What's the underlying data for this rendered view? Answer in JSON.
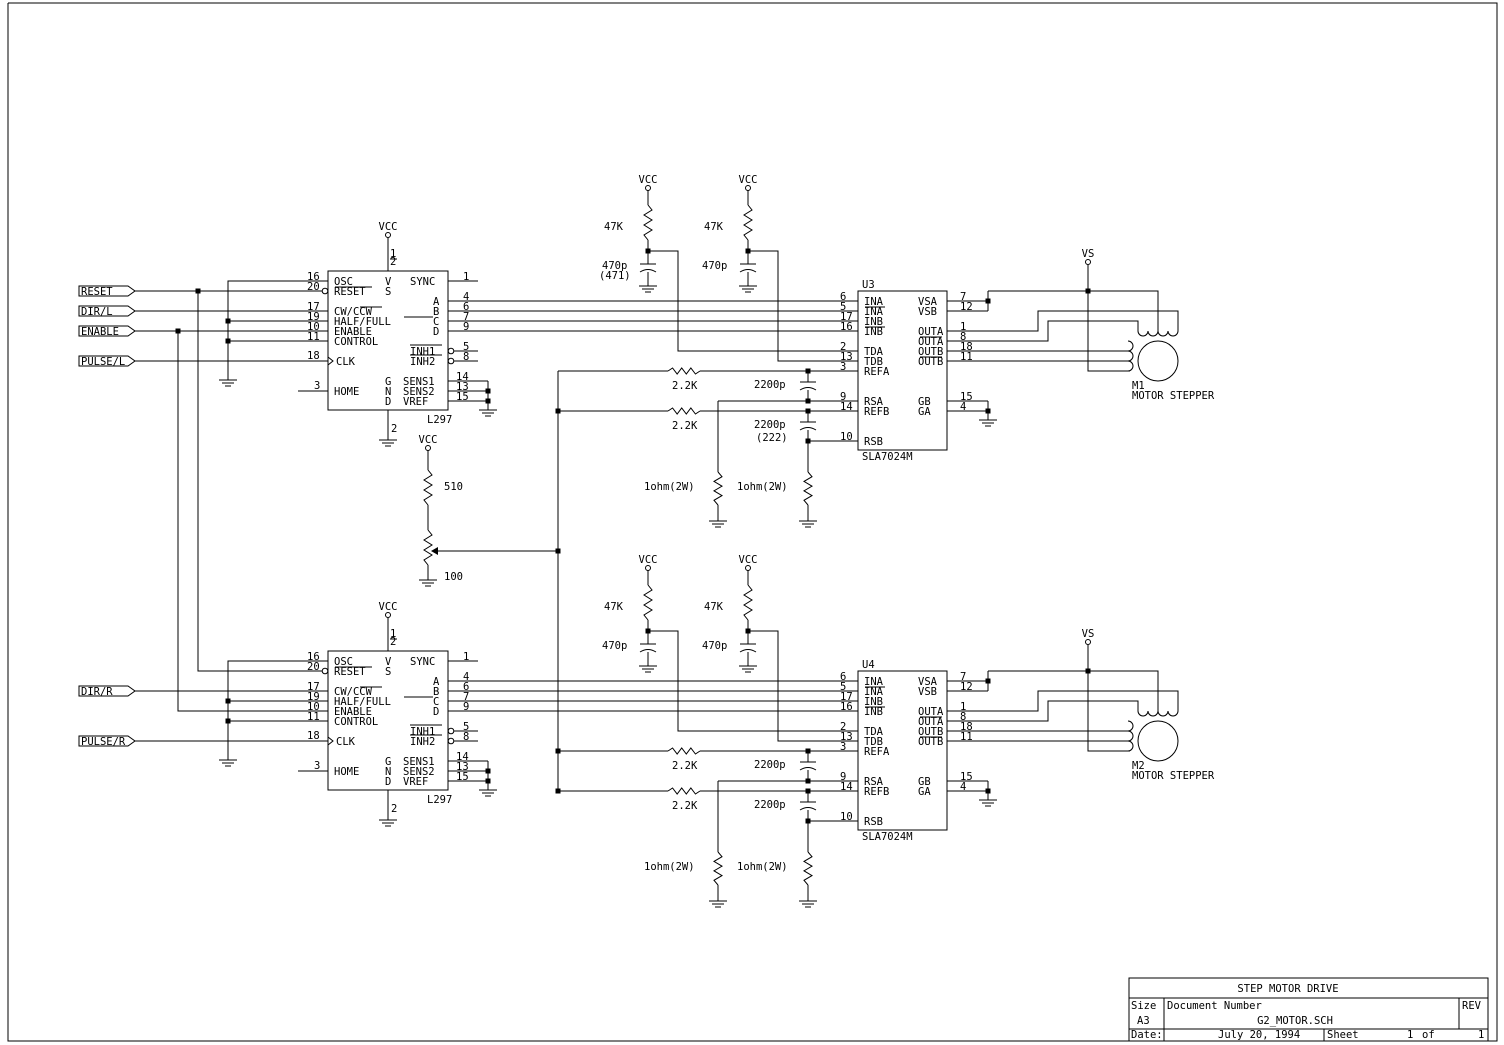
{
  "power": {
    "vcc": "VCC",
    "vs": "VS"
  },
  "inputs": {
    "reset": "RESET",
    "dir_l": "DIR/L",
    "enable": "ENABLE",
    "pulse_l": "PULSE/L",
    "dir_r": "DIR/R",
    "pulse_r": "PULSE/R"
  },
  "l297": {
    "part": "L297",
    "osc": "OSC",
    "reset": "RESET",
    "cw_ccw": "CW/CCW",
    "half_full": "HALF/FULL",
    "enable": "ENABLE",
    "control": "CONTROL",
    "clk": "CLK",
    "home": "HOME",
    "sync": "SYNC",
    "a": "A",
    "b": "B",
    "c": "C",
    "d": "D",
    "inh1": "INH1",
    "inh2": "INH2",
    "sens1": "SENS1",
    "sens2": "SENS2",
    "vref": "VREF",
    "vs_v": "V",
    "vs_s": "S",
    "gnd_g": "G",
    "gnd_n": "N",
    "gnd_d": "D",
    "pins": {
      "osc": "16",
      "reset": "20",
      "cw": "17",
      "half": "19",
      "en": "10",
      "ctrl": "11",
      "clk": "18",
      "home": "3",
      "vs1": "1",
      "vs2": "2",
      "sync": "1",
      "a": "4",
      "b": "6",
      "c": "7",
      "d": "9",
      "inh1": "5",
      "inh2": "8",
      "sens1": "14",
      "sens2": "13",
      "vref": "15",
      "gnd": "2"
    }
  },
  "sla": {
    "part": "SLA7024M",
    "ref1": "U3",
    "ref2": "U4",
    "ina": "INA",
    "ina_n": "INA",
    "inb": "INB",
    "inb_n": "INB",
    "tda": "TDA",
    "tdb": "TDB",
    "refa": "REFA",
    "rsa": "RSA",
    "refb": "REFB",
    "rsb": "RSB",
    "vsa": "VSA",
    "vsb": "VSB",
    "outa": "OUTA",
    "outa_n": "OUTA",
    "outb": "OUTB",
    "outb_n": "OUTB",
    "gb": "GB",
    "ga": "GA",
    "pins": {
      "ina": "6",
      "ina_n": "5",
      "inb": "17",
      "inb_n": "16",
      "tda": "2",
      "tdb": "13",
      "refa": "3",
      "rsa": "9",
      "refb": "14",
      "rsb": "10",
      "vsa": "7",
      "vsb": "12",
      "outa": "1",
      "outa_n": "8",
      "outb": "18",
      "outb_n": "11",
      "gb": "15",
      "ga": "4"
    }
  },
  "components": {
    "r47k": "47K",
    "c470p": "470p",
    "c470p_code": "(471)",
    "r22k": "2.2K",
    "c2200p": "2200p",
    "c2200p_code": "(222)",
    "r1ohm": "1ohm(2W)",
    "r510": "510",
    "pot100": "100"
  },
  "motors": {
    "m1_ref": "M1",
    "m2_ref": "M2",
    "type": "MOTOR STEPPER"
  },
  "title_block": {
    "title": "STEP MOTOR DRIVE",
    "size_label": "Size",
    "size": "A3",
    "docnum_label": "Document Number",
    "docnum": "G2_MOTOR.SCH",
    "rev_label": "REV",
    "date_label": "Date:",
    "date": "July 20, 1994",
    "sheet_label": "Sheet",
    "sheet": "1",
    "of_label": "of",
    "of": "1"
  }
}
